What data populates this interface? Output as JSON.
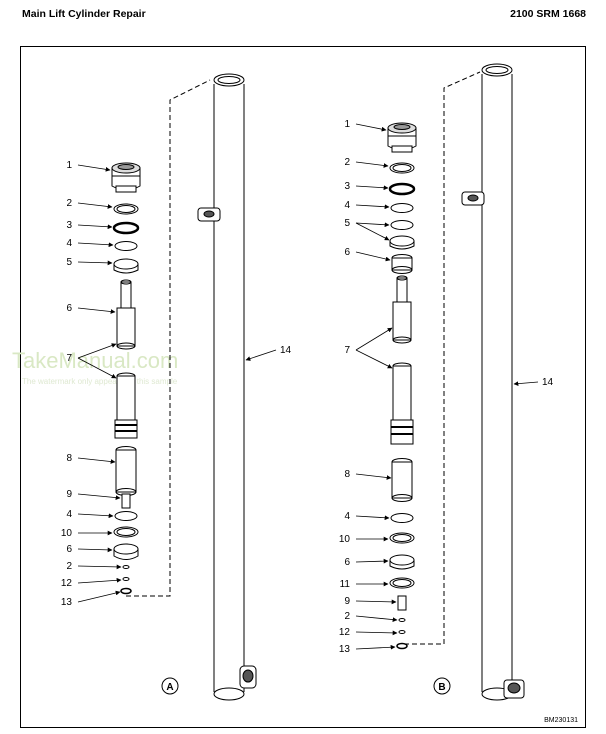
{
  "header": {
    "title": "Main Lift Cylinder Repair",
    "doc_ref": "2100 SRM 1668"
  },
  "watermark": {
    "text": "TakeManual.com",
    "subtext": "The watermark only appears on this sample"
  },
  "views": {
    "a": {
      "label": "A",
      "callouts": [
        "1",
        "2",
        "3",
        "4",
        "5",
        "6",
        "7",
        "8",
        "9",
        "4",
        "10",
        "6",
        "2",
        "12",
        "13",
        "14"
      ]
    },
    "b": {
      "label": "B",
      "callouts": [
        "1",
        "2",
        "3",
        "4",
        "5",
        "6",
        "7",
        "8",
        "4",
        "10",
        "6",
        "11",
        "9",
        "2",
        "12",
        "13",
        "14"
      ]
    }
  },
  "figure_id": "BM230131"
}
